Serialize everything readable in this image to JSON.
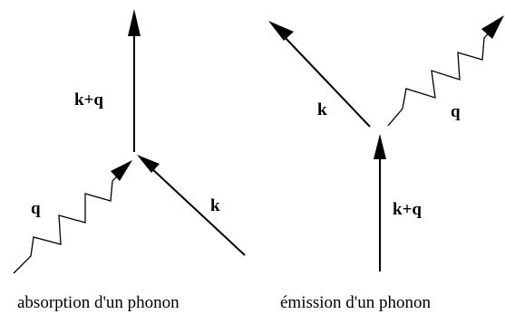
{
  "absorption": {
    "label_kq": "k+q",
    "label_q": "q",
    "label_k": "k",
    "caption": "absorption d'un phonon"
  },
  "emission": {
    "label_k": "k",
    "label_q": "q",
    "label_kq": "k+q",
    "caption": "émission d'un phonon"
  }
}
